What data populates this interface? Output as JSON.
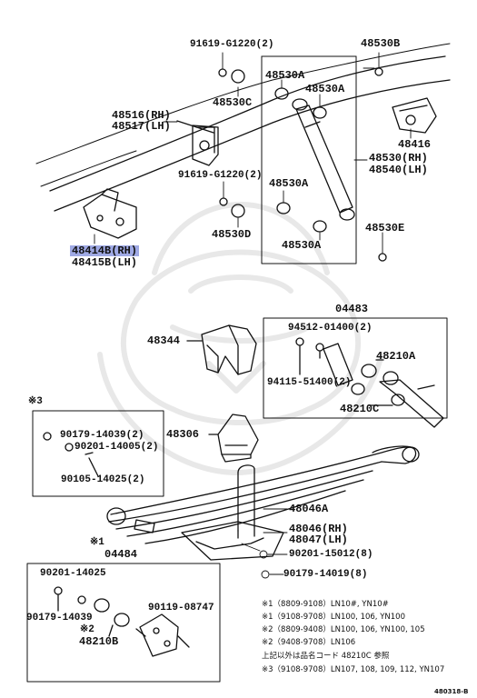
{
  "colors": {
    "line": "#111111",
    "highlight": "#9fa9e4",
    "watermark": "#e6e6e6"
  },
  "watermark": {
    "icon": "samurai-helmet-watermark"
  },
  "labels": {
    "p91619_top": "91619-G1220(2)",
    "p48530b": "48530B",
    "p48530a_1": "48530A",
    "p48530a_2": "48530A",
    "p48530c": "48530C",
    "p48516": "48516(RH)",
    "p48517": "48517(LH)",
    "p48416": "48416",
    "p48530rh": "48530(RH)",
    "p48540lh": "48540(LH)",
    "p91619_mid": "91619-G1220(2)",
    "p48530a_3": "48530A",
    "p48530d": "48530D",
    "p48530e": "48530E",
    "p48530a_4": "48530A",
    "p48414b": "48414B(RH)",
    "p48415b": "48415B(LH)",
    "p04483": "04483",
    "p48344": "48344",
    "p94512": "94512-01400(2)",
    "p48210a": "48210A",
    "p94115": "94115-51400(2)",
    "p48210c": "48210C",
    "star3": "※3",
    "p90179_a": "90179-14039(2)",
    "p90201_a": "90201-14005(2)",
    "p90105": "90105-14025(2)",
    "p48306": "48306",
    "p48046a": "48046A",
    "p48046": "48046(RH)",
    "p48047": "48047(LH)",
    "star1": "※1",
    "p04484": "04484",
    "p90201_b": "90201-15012(8)",
    "p90179_b": "90179-14019(8)",
    "p90201_c": "90201-14025",
    "p90179_c": "90179-14039",
    "p90119": "90119-08747",
    "star2": "※2",
    "p48210b": "48210B"
  },
  "notes": [
    "※1（8809-9108）LN10#, YN10#",
    "※1（9108-9708）LN100, 106, YN100",
    "※2（8809-9408）LN100, 106, YN100, 105",
    "※2（9408-9708）LN106",
    "上記以外は品名コード 48210C 参照",
    "※3（9108-9708）LN107, 108, 109, 112, YN107"
  ],
  "footer": "480318-B"
}
